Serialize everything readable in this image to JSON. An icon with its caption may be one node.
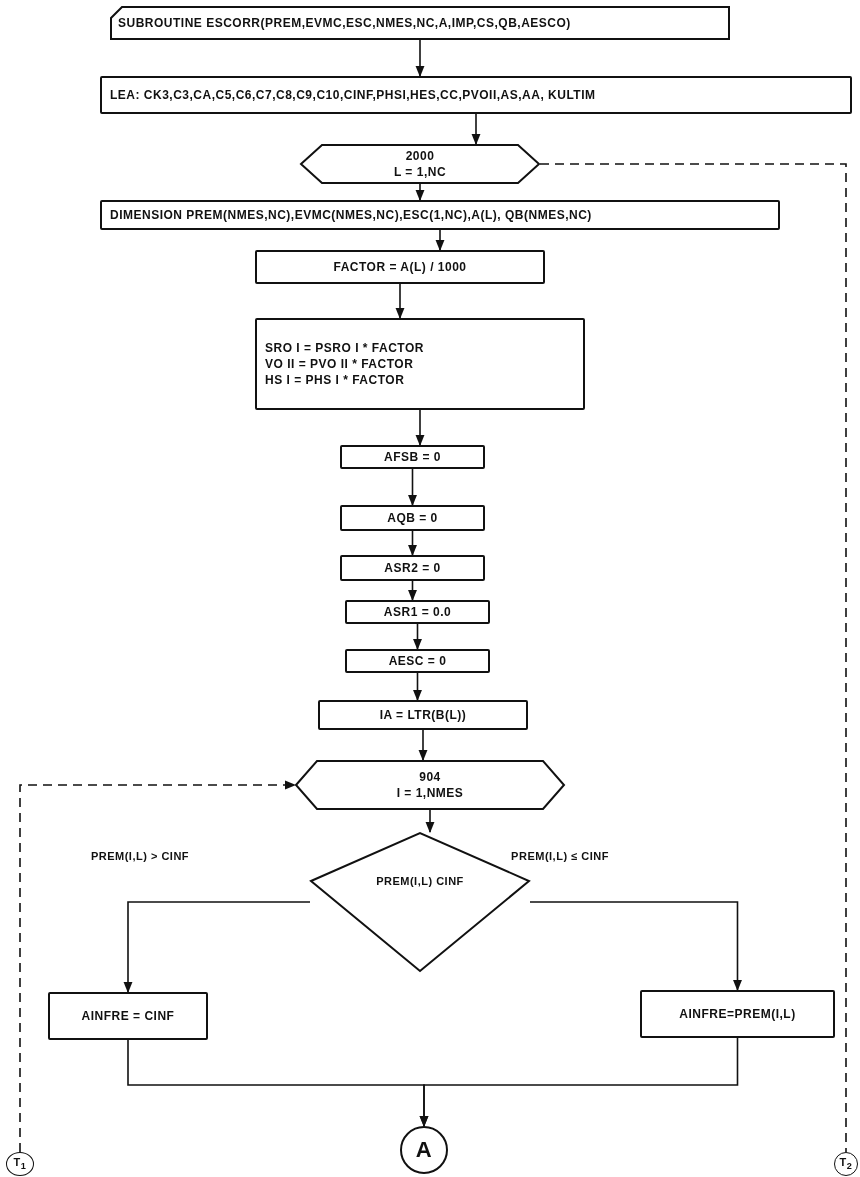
{
  "diagram": {
    "nodes": [
      {
        "text": [
          "SUBROUTINE ESCORR(PREM,EVMC,ESC,NMES,NC,A,IMP,CS,QB,AESCO)"
        ]
      },
      {
        "text": [
          "LEA: CK3,C3,CA,C5,C6,C7,C8,C9,C10,CINF,PHSI,HES,CC,PVOII,AS,AA, KULTIM"
        ]
      },
      {
        "text": [
          "2000",
          "L = 1,NC"
        ]
      },
      {
        "text": [
          "DIMENSION PREM(NMES,NC),EVMC(NMES,NC),ESC(1,NC),A(L), QB(NMES,NC)"
        ]
      },
      {
        "text": [
          "FACTOR = A(L) / 1000"
        ]
      },
      {
        "text": [
          "SRO I = PSRO I * FACTOR",
          "VO II = PVO II * FACTOR",
          "HS I = PHS I * FACTOR"
        ]
      },
      {
        "text": [
          "AFSB = 0"
        ]
      },
      {
        "text": [
          "AQB = 0"
        ]
      },
      {
        "text": [
          "ASR2 = 0"
        ]
      },
      {
        "text": [
          "ASR1 = 0.0"
        ]
      },
      {
        "text": [
          "AESC = 0"
        ]
      },
      {
        "text": [
          "IA = LTR(B(L))"
        ]
      },
      {
        "text": [
          "904",
          "I = 1,NMES"
        ]
      },
      {
        "text": [
          "PREM(I,L) CINF"
        ]
      },
      {
        "text": [
          "AINFRE = CINF"
        ]
      },
      {
        "text": [
          "AINFRE=PREM(I,L)"
        ]
      },
      {
        "text": [
          "A"
        ]
      },
      {
        "text": [
          "T$_{1}$"
        ]
      },
      {
        "text": [
          "T$_{2}$"
        ]
      }
    ],
    "edges": [
      {
        "from": 0,
        "to": 1,
        "arrow": "to"
      },
      {
        "from": 1,
        "to": 2,
        "arrow": "to"
      },
      {
        "from": 2,
        "to": 3,
        "arrow": "to"
      },
      {
        "from": 3,
        "to": 4,
        "arrow": "to"
      },
      {
        "from": 4,
        "to": 5,
        "arrow": "to"
      },
      {
        "from": 5,
        "to": 6,
        "arrow": "to"
      },
      {
        "from": 6,
        "to": 7,
        "arrow": "to"
      },
      {
        "from": 7,
        "to": 8,
        "arrow": "to"
      },
      {
        "from": 8,
        "to": 9,
        "arrow": "to"
      },
      {
        "from": 9,
        "to": 10,
        "arrow": "to"
      },
      {
        "from": 10,
        "to": 11,
        "arrow": "to"
      },
      {
        "from": 11,
        "to": 12,
        "arrow": "to"
      },
      {
        "from": 12,
        "to": 13,
        "arrow": "to"
      },
      {
        "from": 13,
        "to": 14,
        "arrow": "to",
        "label": "PREM(I,L) > CINF"
      },
      {
        "from": 13,
        "to": 15,
        "arrow": "to",
        "label": "PREM(I,L) ≤ CINF"
      },
      {
        "from": 14,
        "to": 16,
        "arrow": "to"
      },
      {
        "from": 15,
        "to": 16,
        "arrow": "to"
      },
      {
        "from": 17,
        "to": 12,
        "arrow": "to",
        "style": "dashed"
      },
      {
        "from": 2,
        "to": 18,
        "arrow": "none",
        "style": "dashed"
      }
    ]
  }
}
